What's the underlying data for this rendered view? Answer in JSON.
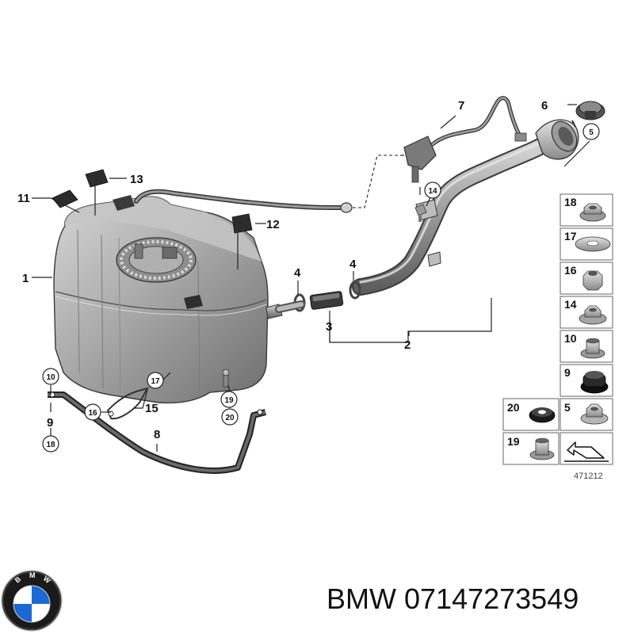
{
  "brand": "BMW",
  "part_number": "07147273549",
  "drawing_ref": "471212",
  "logo": {
    "icon": "bmw-roundel-icon",
    "letters": "BMW",
    "colors": {
      "blue": "#1c69d4",
      "ring": "#111111",
      "white": "#ffffff"
    }
  },
  "callouts": {
    "c1": "1",
    "c2": "2",
    "c3": "3",
    "c4a": "4",
    "c4b": "4",
    "c5": "5",
    "c6": "6",
    "c7": "7",
    "c8": "8",
    "c9": "9",
    "c10": "10",
    "c11": "11",
    "c12": "12",
    "c13": "13",
    "c14": "14",
    "c15": "15",
    "c16": "16",
    "c17": "17",
    "c18": "18",
    "c19": "19",
    "c20": "20"
  },
  "parts_table": {
    "rows": [
      {
        "num": "18",
        "icon": "hex-nut-flange-icon"
      },
      {
        "num": "17",
        "icon": "flat-washer-icon"
      },
      {
        "num": "16",
        "icon": "hex-nut-icon"
      },
      {
        "num": "14",
        "icon": "hex-nut-washer-icon"
      },
      {
        "num": "10",
        "icon": "bushing-icon"
      },
      {
        "num": "9",
        "icon": "rubber-grommet-icon"
      }
    ],
    "pairs": [
      {
        "left": "20",
        "left_icon": "rubber-ring-icon",
        "right": "5",
        "right_icon": "collar-nut-icon"
      },
      {
        "left": "19",
        "left_icon": "spacer-sleeve-icon",
        "right": "",
        "right_icon": "direction-arrow-icon"
      }
    ]
  }
}
